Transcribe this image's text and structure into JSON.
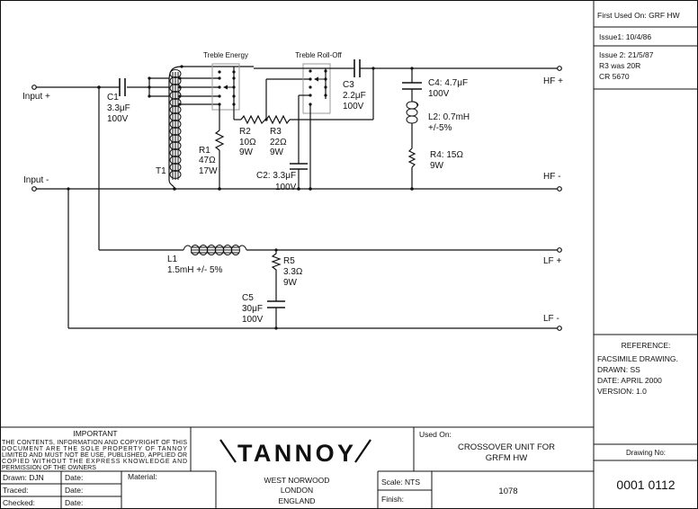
{
  "schematic": {
    "terminals": {
      "input_plus": "Input +",
      "input_minus": "Input -",
      "hf_plus": "HF +",
      "hf_minus": "HF -",
      "lf_plus": "LF +",
      "lf_minus": "LF -"
    },
    "switches": {
      "treble_energy": "Treble Energy",
      "treble_rolloff": "Treble Roll-Off"
    },
    "components": {
      "c1": [
        "C1",
        "3.3μF",
        "100V"
      ],
      "t1": "T1",
      "r1": [
        "R1",
        "47Ω",
        "17W"
      ],
      "r2": [
        "R2",
        "10Ω",
        "9W"
      ],
      "r3": [
        "R3",
        "22Ω",
        "9W"
      ],
      "c2": [
        "C2: 3.3μF",
        "100V"
      ],
      "c3": [
        "C3",
        "2.2μF",
        "100V"
      ],
      "c4": [
        "C4: 4.7μF",
        "100V"
      ],
      "l2": [
        "L2: 0.7mH",
        "+/-5%"
      ],
      "r4": [
        "R4: 15Ω",
        "9W"
      ],
      "l1": [
        "L1",
        "1.5mH +/- 5%"
      ],
      "r5": [
        "R5",
        "3.3Ω",
        "9W"
      ],
      "c5": [
        "C5",
        "30μF",
        "100V"
      ]
    }
  },
  "revisions": {
    "first_used": "First Used On: GRF HW",
    "issue1": "Issue1:  10/4/86",
    "issue2": [
      "Issue 2: 21/5/87",
      "R3 was 20R",
      "CR  5670"
    ]
  },
  "reference": {
    "heading": "REFERENCE:",
    "lines": [
      "FACSIMILE DRAWING.",
      "DRAWN: SS",
      "DATE: APRIL 2000",
      "VERSION: 1.0"
    ]
  },
  "title_block": {
    "important_heading": "IMPORTANT",
    "important_lines": [
      "THE CONTENTS, INFORMATION AND COPYRIGHT OF THIS",
      "DOCUMENT  ARE  THE  SOLE  PROPERTY  OF  TANNOY",
      "LIMITED AND MUST NOT BE USE, PUBLISHED, APPLIED OR",
      "COPIED   WITHOUT   THE   EXPRESS   KNOWLEDGE   AND",
      "PERMISSION OF THE OWNERS"
    ],
    "drawn": "Drawn: DJN",
    "traced": "Traced:",
    "checked": "Checked:",
    "date_label": "Date:",
    "material": "Material:",
    "logo": "TANNOY",
    "address": [
      "WEST  NORWOOD",
      "LONDON",
      "ENGLAND"
    ],
    "used_on_label": "Used On:",
    "used_on": [
      "CROSSOVER UNIT FOR",
      "GRFM   HW"
    ],
    "scale": "Scale: NTS",
    "finish": "Finish:",
    "part_number": "1078",
    "drawing_no_label": "Drawing No:",
    "drawing_no": "0001 0112"
  }
}
